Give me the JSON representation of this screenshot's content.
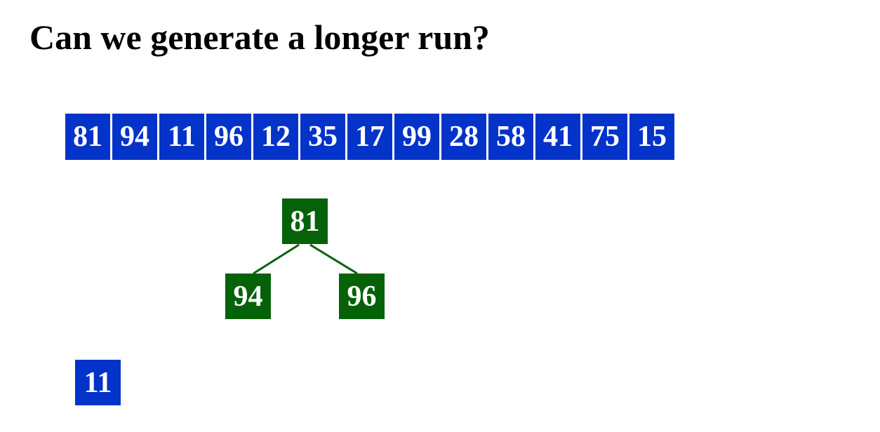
{
  "title": "Can we generate a longer run?",
  "colors": {
    "array_box": "#0433c9",
    "heap_node": "#056208",
    "text": "#ffffff"
  },
  "input_array": [
    "81",
    "94",
    "11",
    "96",
    "12",
    "35",
    "17",
    "99",
    "28",
    "58",
    "41",
    "75",
    "15"
  ],
  "heap": {
    "root": "81",
    "left": "94",
    "right": "96"
  },
  "output": "11"
}
